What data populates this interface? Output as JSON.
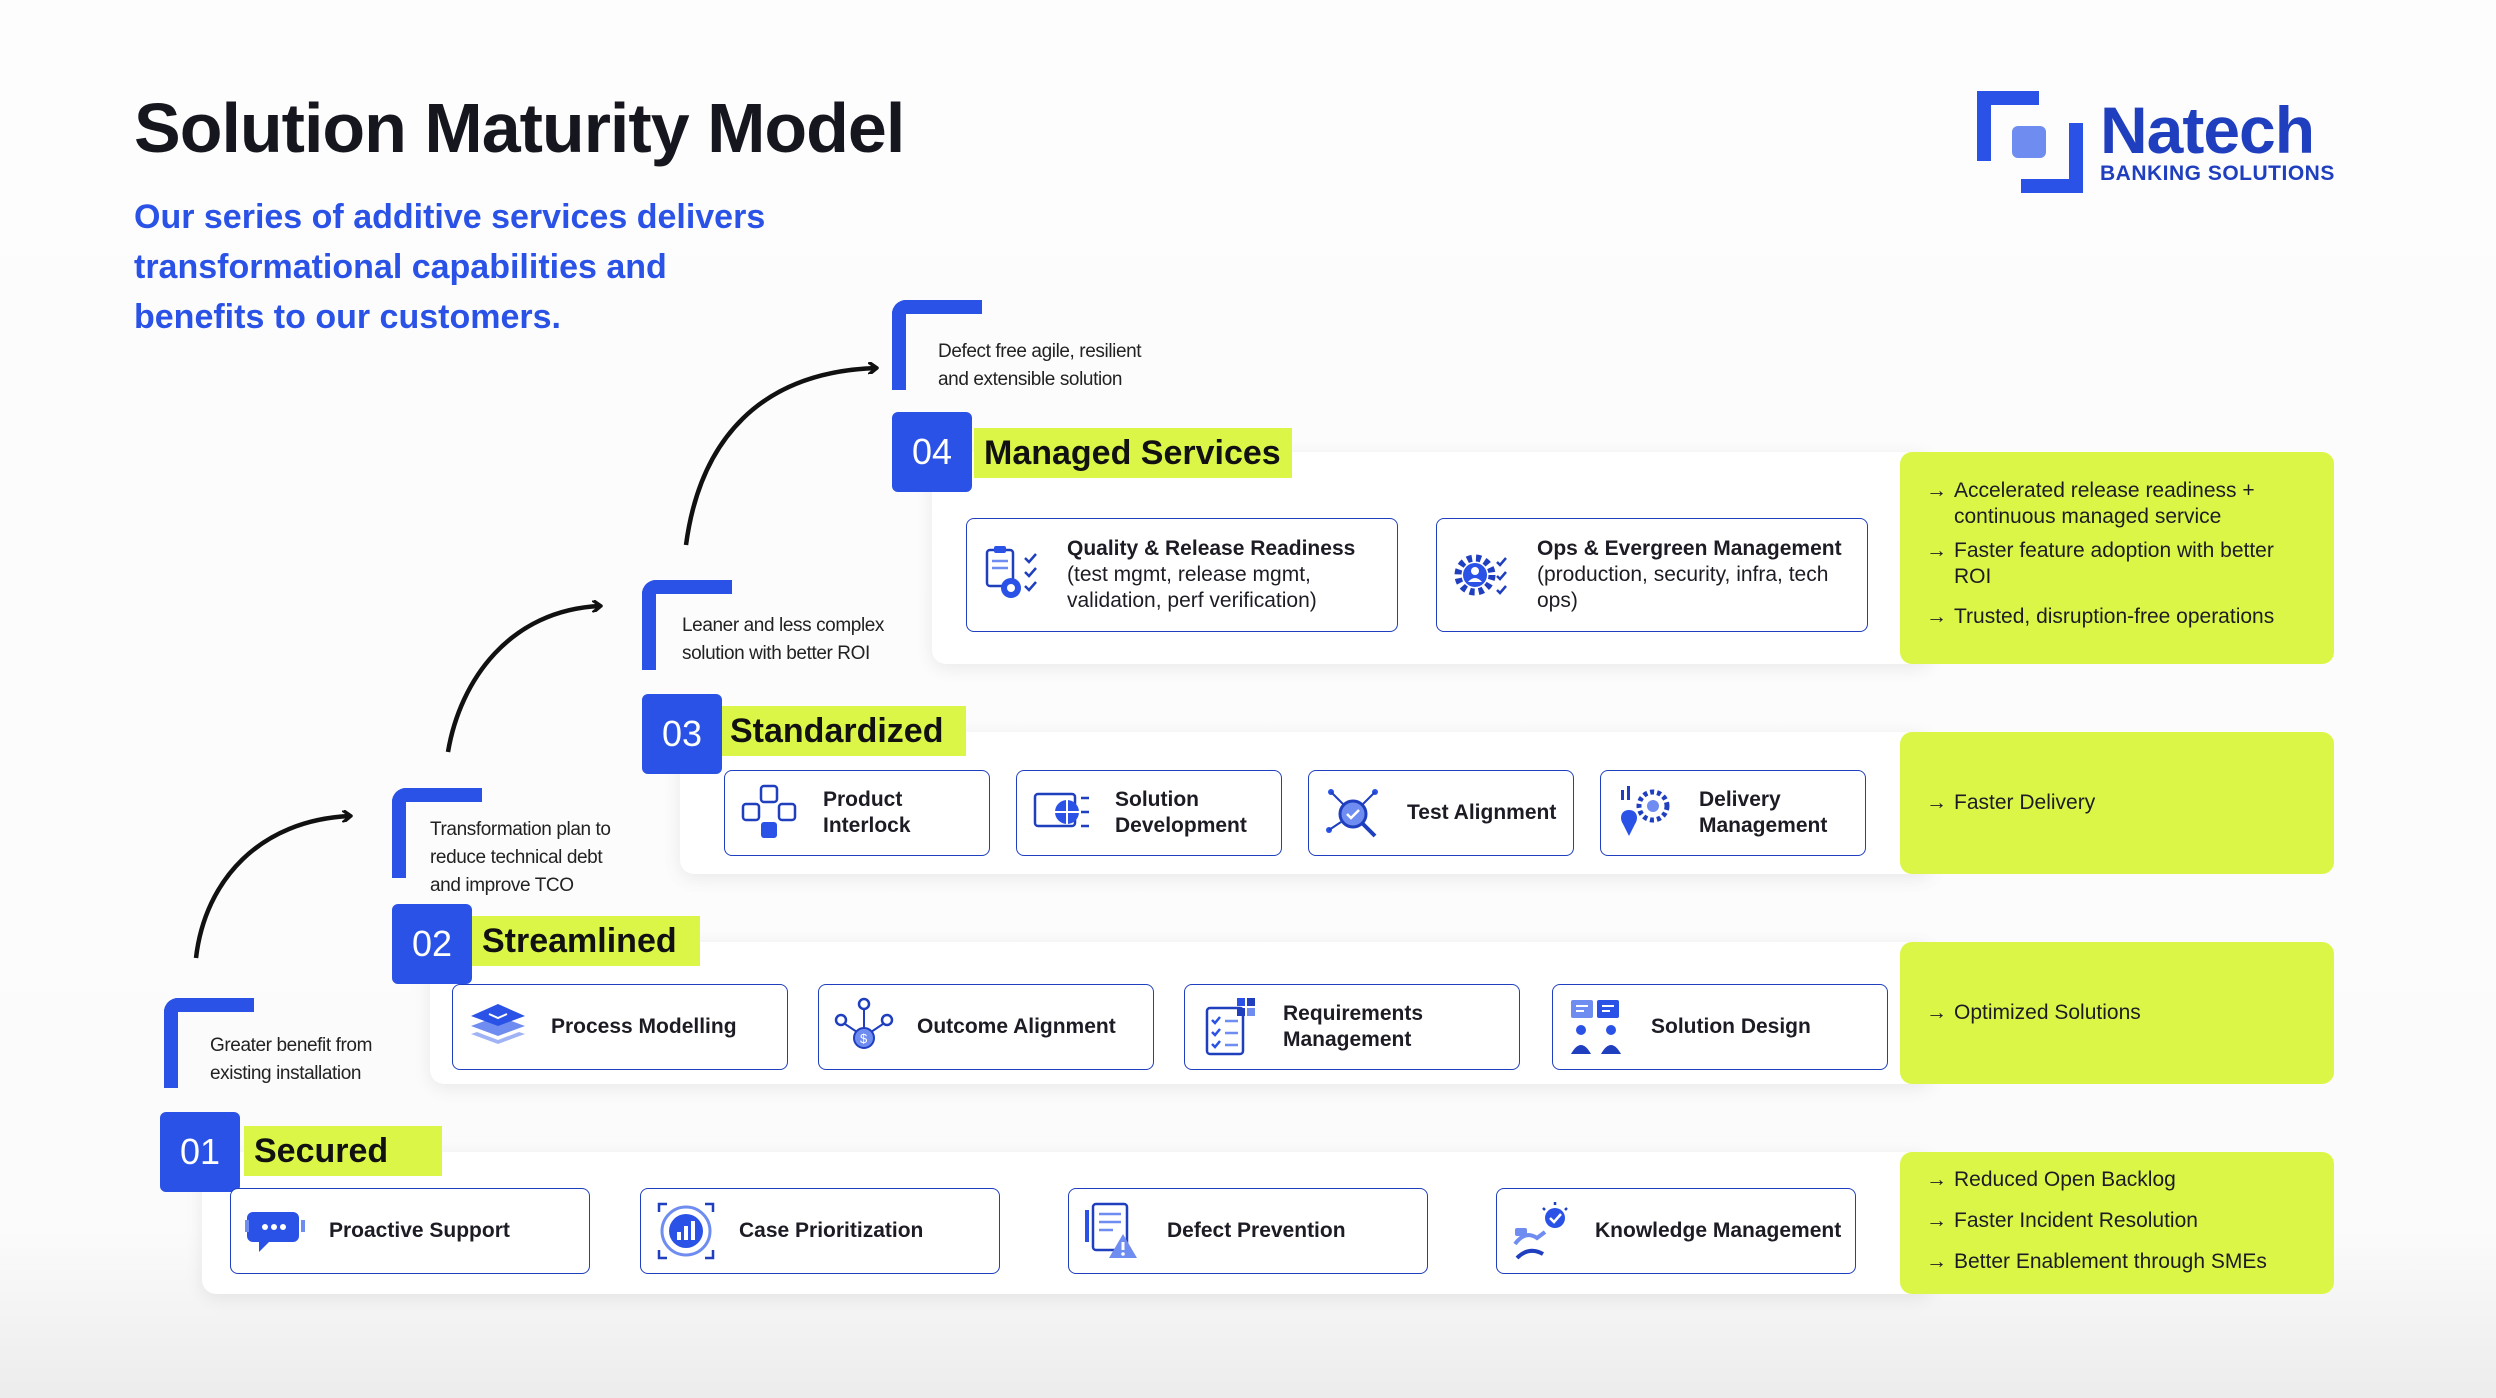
{
  "header": {
    "title": "Solution Maturity Model",
    "subtitle": "Our series of additive services delivers transformational capabilities and benefits to our customers."
  },
  "logo": {
    "name": "Natech",
    "tagline": "BANKING SOLUTIONS"
  },
  "colors": {
    "brand_blue": "#2a52e6",
    "accent_lime": "#dcf648",
    "dark_blue": "#1f3fbf"
  },
  "levels": [
    {
      "number": "01",
      "label": "Secured",
      "description": [
        "Greater benefit from",
        "existing installation"
      ],
      "cards": [
        {
          "label": "Proactive Support",
          "icon": "chat-support-icon"
        },
        {
          "label": "Case Prioritization",
          "icon": "target-chart-icon"
        },
        {
          "label": "Defect Prevention",
          "icon": "document-warning-icon"
        },
        {
          "label": "Knowledge Management",
          "icon": "knowledge-share-icon"
        }
      ],
      "benefits": [
        "Reduced Open Backlog",
        "Faster Incident Resolution",
        "Better Enablement through SMEs"
      ]
    },
    {
      "number": "02",
      "label": "Streamlined",
      "description": [
        "Transformation plan to",
        "reduce technical debt",
        "and improve TCO"
      ],
      "cards": [
        {
          "label": "Process Modelling",
          "icon": "layers-icon"
        },
        {
          "label": "Outcome Alignment",
          "icon": "money-network-icon"
        },
        {
          "label": "Requirements Management",
          "icon": "checklist-icon"
        },
        {
          "label": "Solution Design",
          "icon": "team-board-icon"
        }
      ],
      "benefits": [
        "Optimized Solutions"
      ]
    },
    {
      "number": "03",
      "label": "Standardized",
      "description": [
        "Leaner and less complex",
        "solution with better ROI"
      ],
      "cards": [
        {
          "label": "Product Interlock",
          "icon": "interlock-icon"
        },
        {
          "label": "Solution Development",
          "icon": "globe-code-icon"
        },
        {
          "label": "Test Alignment",
          "icon": "magnifier-network-icon"
        },
        {
          "label": "Delivery Management",
          "icon": "location-gear-icon"
        }
      ],
      "benefits": [
        "Faster Delivery"
      ]
    },
    {
      "number": "04",
      "label": "Managed Services",
      "description": [
        "Defect free agile, resilient",
        "and extensible solution"
      ],
      "cards": [
        {
          "label": "Quality & Release Readiness",
          "sub": "(test mgmt, release mgmt, validation, perf verification)",
          "icon": "clipboard-gear-icon"
        },
        {
          "label": "Ops & Evergreen Management",
          "sub": "(production, security, infra, tech ops)",
          "icon": "gear-person-icon"
        }
      ],
      "benefits": [
        "Accelerated release readiness + continuous managed service",
        "Faster feature adoption with better ROI",
        "Trusted, disruption-free operations"
      ]
    }
  ],
  "arrow_glyph": "→"
}
